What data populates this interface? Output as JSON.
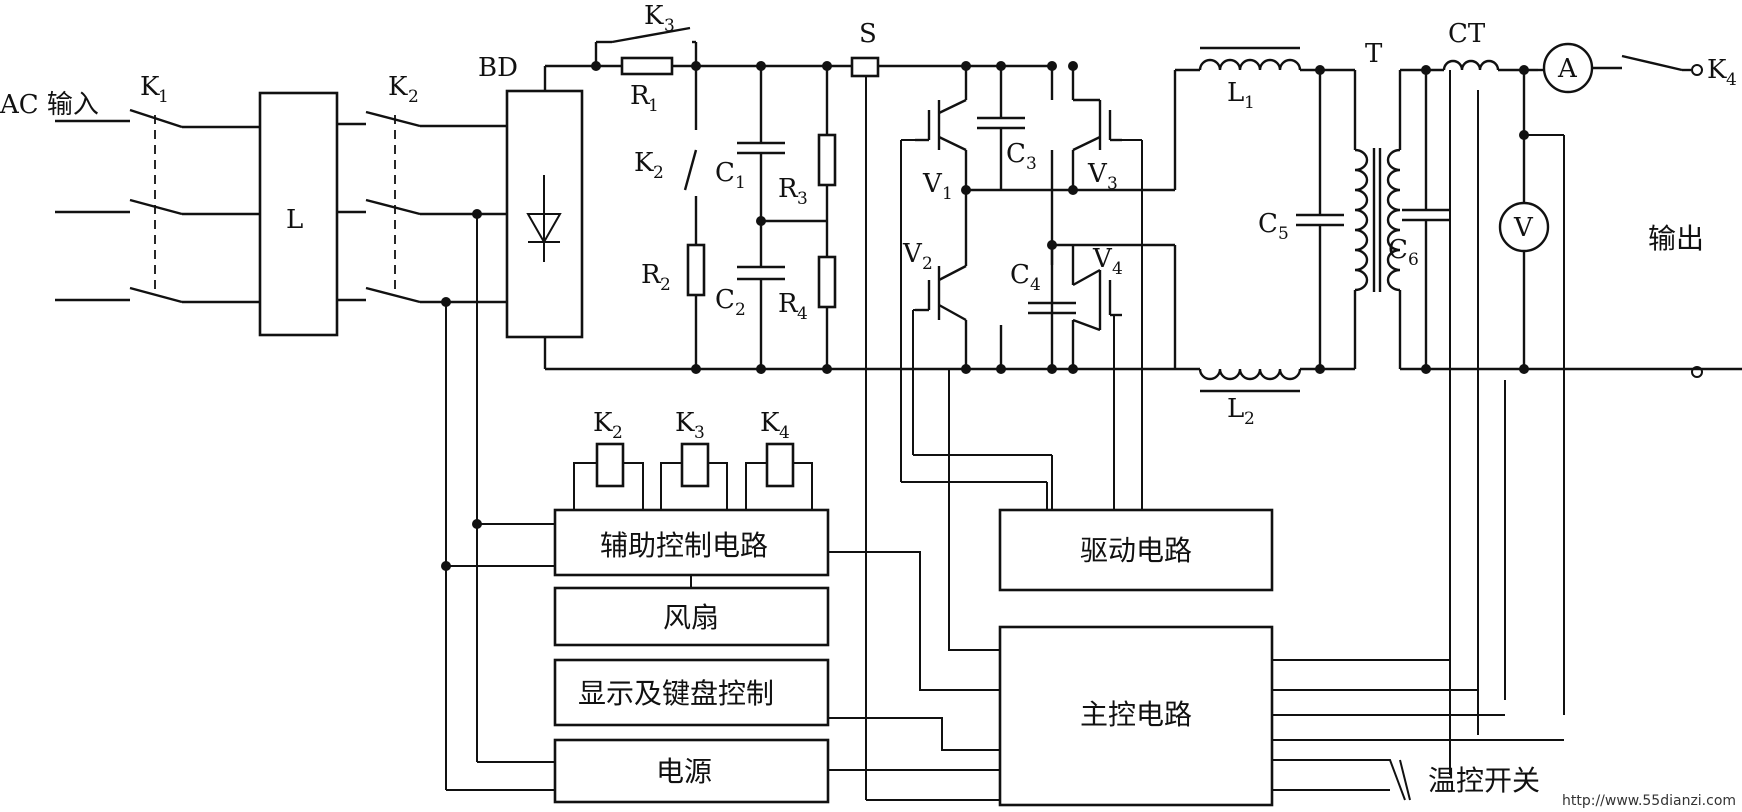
{
  "labels": {
    "ac_input": "AC 输入",
    "k1": "K",
    "k1_sub": "1",
    "l_filter": "L",
    "k2_main": "K",
    "k2_main_sub": "2",
    "bd": "BD",
    "k3_top": "K",
    "k3_top_sub": "3",
    "r1": "R",
    "r1_sub": "1",
    "k2_bypass": "K",
    "k2_bypass_sub": "2",
    "r2": "R",
    "r2_sub": "2",
    "c1": "C",
    "c1_sub": "1",
    "c2": "C",
    "c2_sub": "2",
    "r3": "R",
    "r3_sub": "3",
    "r4": "R",
    "r4_sub": "4",
    "s": "S",
    "v1": "V",
    "v1_sub": "1",
    "v2": "V",
    "v2_sub": "2",
    "c3": "C",
    "c3_sub": "3",
    "c4": "C",
    "c4_sub": "4",
    "v3": "V",
    "v3_sub": "3",
    "v4": "V",
    "v4_sub": "4",
    "l1": "L",
    "l1_sub": "1",
    "l2": "L",
    "l2_sub": "2",
    "t": "T",
    "ct": "CT",
    "c5": "C",
    "c5_sub": "5",
    "c6": "C",
    "c6_sub": "6",
    "ammeter": "A",
    "voltmeter": "V",
    "k4_out": "K",
    "k4_out_sub": "4",
    "output": "输出",
    "relay_k2": "K",
    "relay_k2_sub": "2",
    "relay_k3": "K",
    "relay_k3_sub": "3",
    "relay_k4": "K",
    "relay_k4_sub": "4",
    "temp_switch": "温控开关"
  },
  "blocks": {
    "aux_control": "辅助控制电路",
    "fan": "风扇",
    "display_keyboard": "显示及键盘控制",
    "power": "电源",
    "driver": "驱动电路",
    "main_control": "主控电路"
  },
  "watermark": "http://www.55dianzi.com"
}
